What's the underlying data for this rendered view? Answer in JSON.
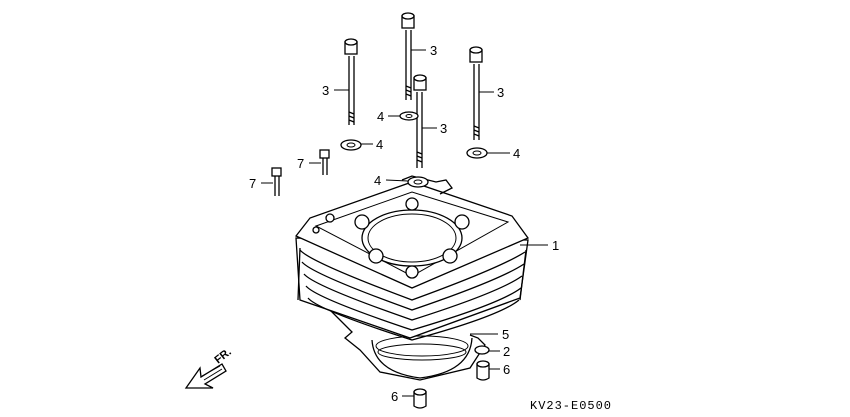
{
  "diagram": {
    "drawing_code": "KV23-E0500",
    "front_marker": "FR.",
    "callouts": [
      "1",
      "2",
      "3",
      "3",
      "3",
      "3",
      "4",
      "4",
      "4",
      "4",
      "5",
      "6",
      "6",
      "7",
      "7"
    ]
  }
}
